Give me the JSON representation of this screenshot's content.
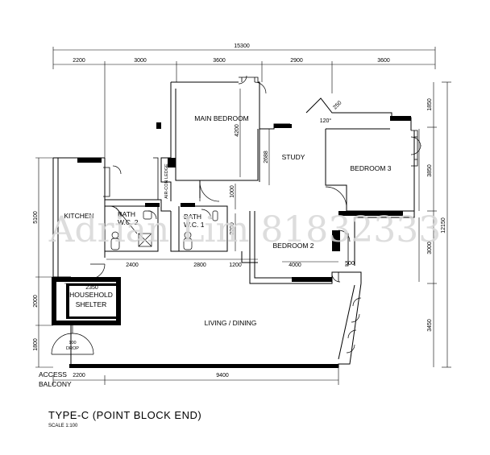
{
  "plan_title": "TYPE-C (POINT BLOCK END)",
  "scale_note": "SCALE 1:100",
  "watermark": "Adrian Lim 81832333",
  "rooms": {
    "main_bedroom": "MAIN BEDROOM",
    "study": "STUDY",
    "bedroom_3": "BEDROOM 3",
    "bedroom_2": "BEDROOM 2",
    "kitchen": "KITCHEN",
    "bath_wc_2_a": "BATH",
    "bath_wc_2_b": "W.C. 2",
    "bath_wc_1_a": "BATH",
    "bath_wc_1_b": "W.C. 1",
    "household_shelter_a": "HOUSEHOLD",
    "household_shelter_b": "SHELTER",
    "living_dining": "LIVING / DINING",
    "access_balcony_a": "ACCESS",
    "access_balcony_b": "BALCONY",
    "air_con_ledge": "AIR-CON LEDGE",
    "refuse_chute_a": "100",
    "refuse_chute_b": "DROP"
  },
  "dimensions": {
    "top_total": "15300",
    "top": [
      "2200",
      "3000",
      "3600",
      "2900",
      "3600"
    ],
    "bottom": [
      "2200",
      "9400"
    ],
    "right_total": "12150",
    "right_outer": [
      "3850",
      "3000",
      "3450"
    ],
    "right_inner_top": "1850",
    "left": [
      "5100",
      "2000",
      "1800"
    ],
    "mid_row": [
      "2400",
      "2800",
      "1200",
      "4000",
      "500"
    ],
    "shelter_width": "2350",
    "main_bedroom_depth": "4200",
    "study_depth": "2688",
    "passage": "1000",
    "bath1_depth": "2200",
    "window_offset": "250",
    "window_angle": "120°"
  }
}
